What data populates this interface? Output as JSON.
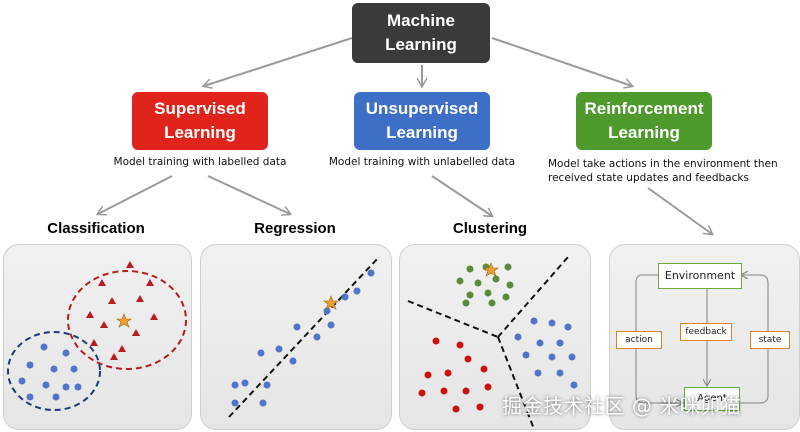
{
  "root": {
    "line1": "Machine",
    "line2": "Learning"
  },
  "branches": [
    {
      "line1": "Supervised",
      "line2": "Learning",
      "caption": "Model training with labelled data",
      "color": "#e0241b"
    },
    {
      "line1": "Unsupervised",
      "line2": "Learning",
      "caption": "Model training with unlabelled data",
      "color": "#3d6fc7"
    },
    {
      "line1": "Reinforcement",
      "line2": "Learning",
      "caption_line1": "Model take actions in the environment then",
      "caption_line2": "received state updates and feedbacks",
      "color": "#4f9a2d"
    }
  ],
  "sections": {
    "classification": "Classification",
    "regression": "Regression",
    "clustering": "Clustering"
  },
  "rl_panel": {
    "environment": "Environment",
    "action": "action",
    "feedback": "feedback",
    "state": "state",
    "agent": "Agent"
  },
  "watermark": "掘金技术社区 @ 米咪卯猫",
  "colors": {
    "root": "#3a3a3a",
    "point_blue": "#4f74c8",
    "point_red": "#b81c1c",
    "point_green": "#5b8a3a",
    "star": "#f0a030",
    "rl_green": "#6aaa3a",
    "rl_orange": "#e0802a"
  }
}
